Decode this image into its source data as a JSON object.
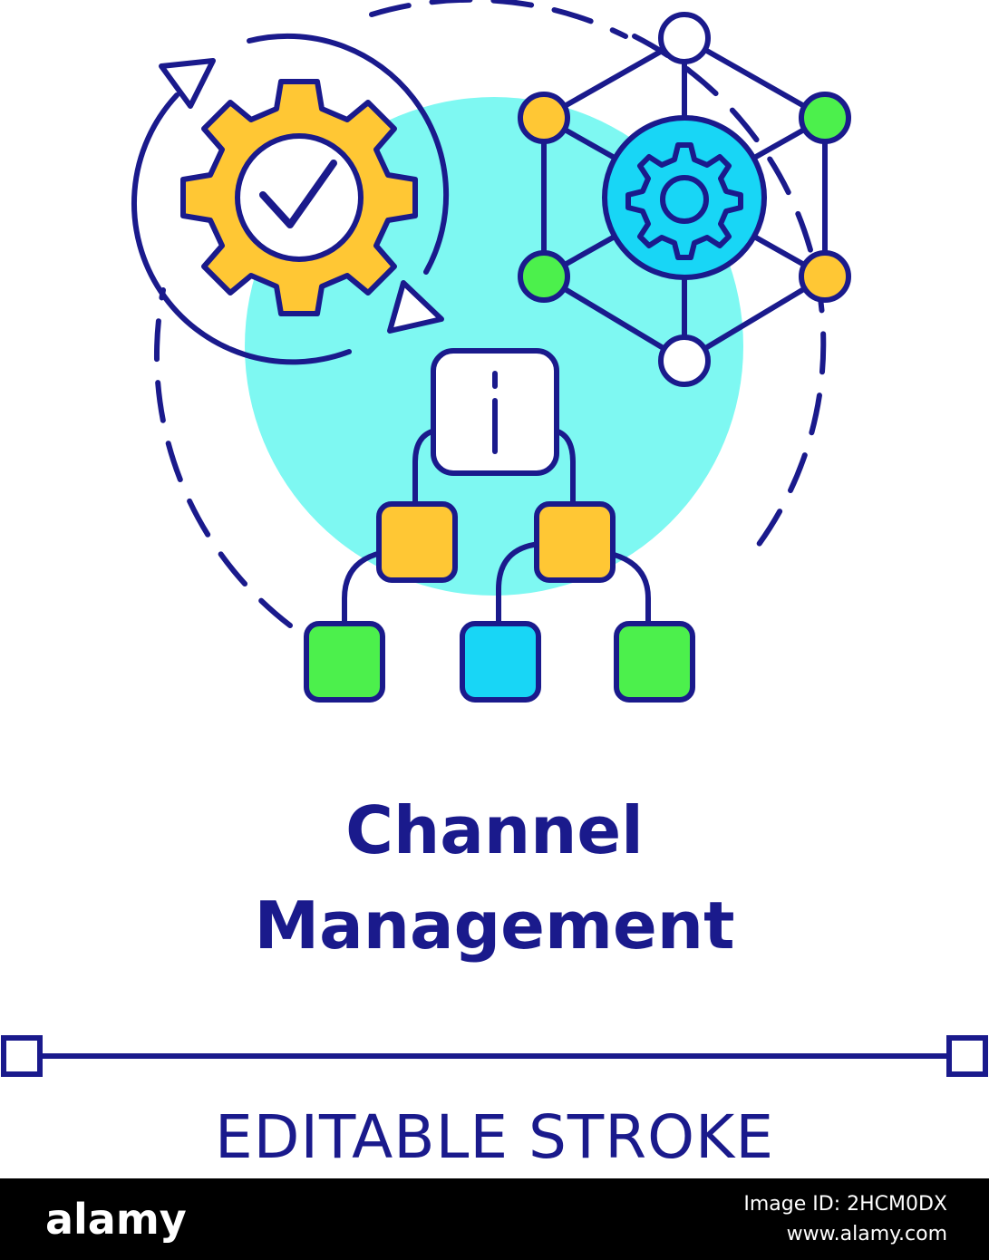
{
  "title": {
    "line1": "Channel",
    "line2": "Management"
  },
  "subtitle": "EDITABLE STROKE",
  "footer": {
    "logo": "alamy",
    "image_id": "Image ID: 2HCM0DX",
    "site": "www.alamy.com"
  },
  "colors": {
    "stroke": "#1a1a8c",
    "teal_background": "#7ef8f2",
    "yellow": "#ffc734",
    "green": "#4cf04c",
    "blue": "#18d6f6",
    "footer_background": "#000000"
  },
  "icons": [
    "rotating-arrows-icon",
    "gear-check-icon",
    "network-gear-icon",
    "hierarchy-icon",
    "info-icon"
  ]
}
